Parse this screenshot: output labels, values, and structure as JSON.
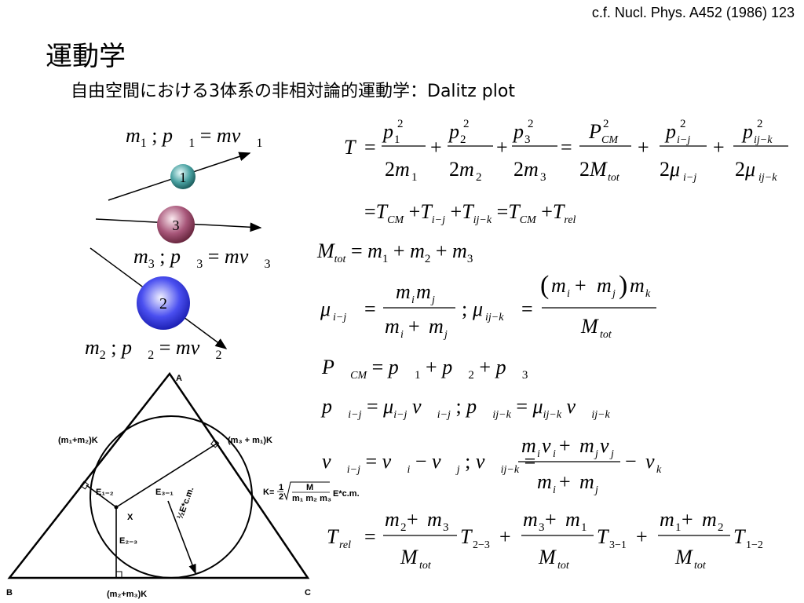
{
  "header": {
    "reference": "c.f. Nucl. Phys. A452 (1986) 123",
    "title": "運動学",
    "subtitle": "自由空間における3体系の非相対論的運動学：Dalitz plot"
  },
  "particles": {
    "p1": {
      "label": "1",
      "equation": "m₁ ; p⃗₁ = mv⃗₁",
      "color": "#3a8f8f"
    },
    "p3": {
      "label": "3",
      "equation": "m₃ ; p⃗₃ = mv⃗₃",
      "color": "#9b4a64"
    },
    "p2": {
      "label": "2",
      "equation": "m₂ ; p⃗₂ = mv⃗₂",
      "color": "#2b2fd6"
    }
  },
  "dalitz": {
    "vertex_a": "A",
    "vertex_b": "B",
    "vertex_c": "C",
    "label_m12k": "(m₁+m₂)K",
    "label_m31k": "(m₃ + m₁)K",
    "label_m23k": "(m₂+m₃)K",
    "label_e12": "E₁₋₂",
    "label_e31": "E₃₋₁",
    "label_e23": "E₂₋₃",
    "label_x": "X",
    "label_half_ecm": "½E*c.m.",
    "label_k_prefix": "K≡",
    "label_k_frac_num": "1",
    "label_k_frac_den": "2",
    "label_k_sqrt_num": "M",
    "label_k_sqrt_den": "m₁ m₂ m₃",
    "label_k_suffix": "E*c.m."
  },
  "equations": {
    "T_lhs": "T",
    "T_rhs2": "= T_CM + T_{i−j} + T_{ij−k} = T_CM + T_rel",
    "Mtot": "M_tot = m₁ + m₂ + m₃",
    "Pcm": "P⃗_CM = p⃗₁ + p⃗₂ + p⃗₃"
  }
}
